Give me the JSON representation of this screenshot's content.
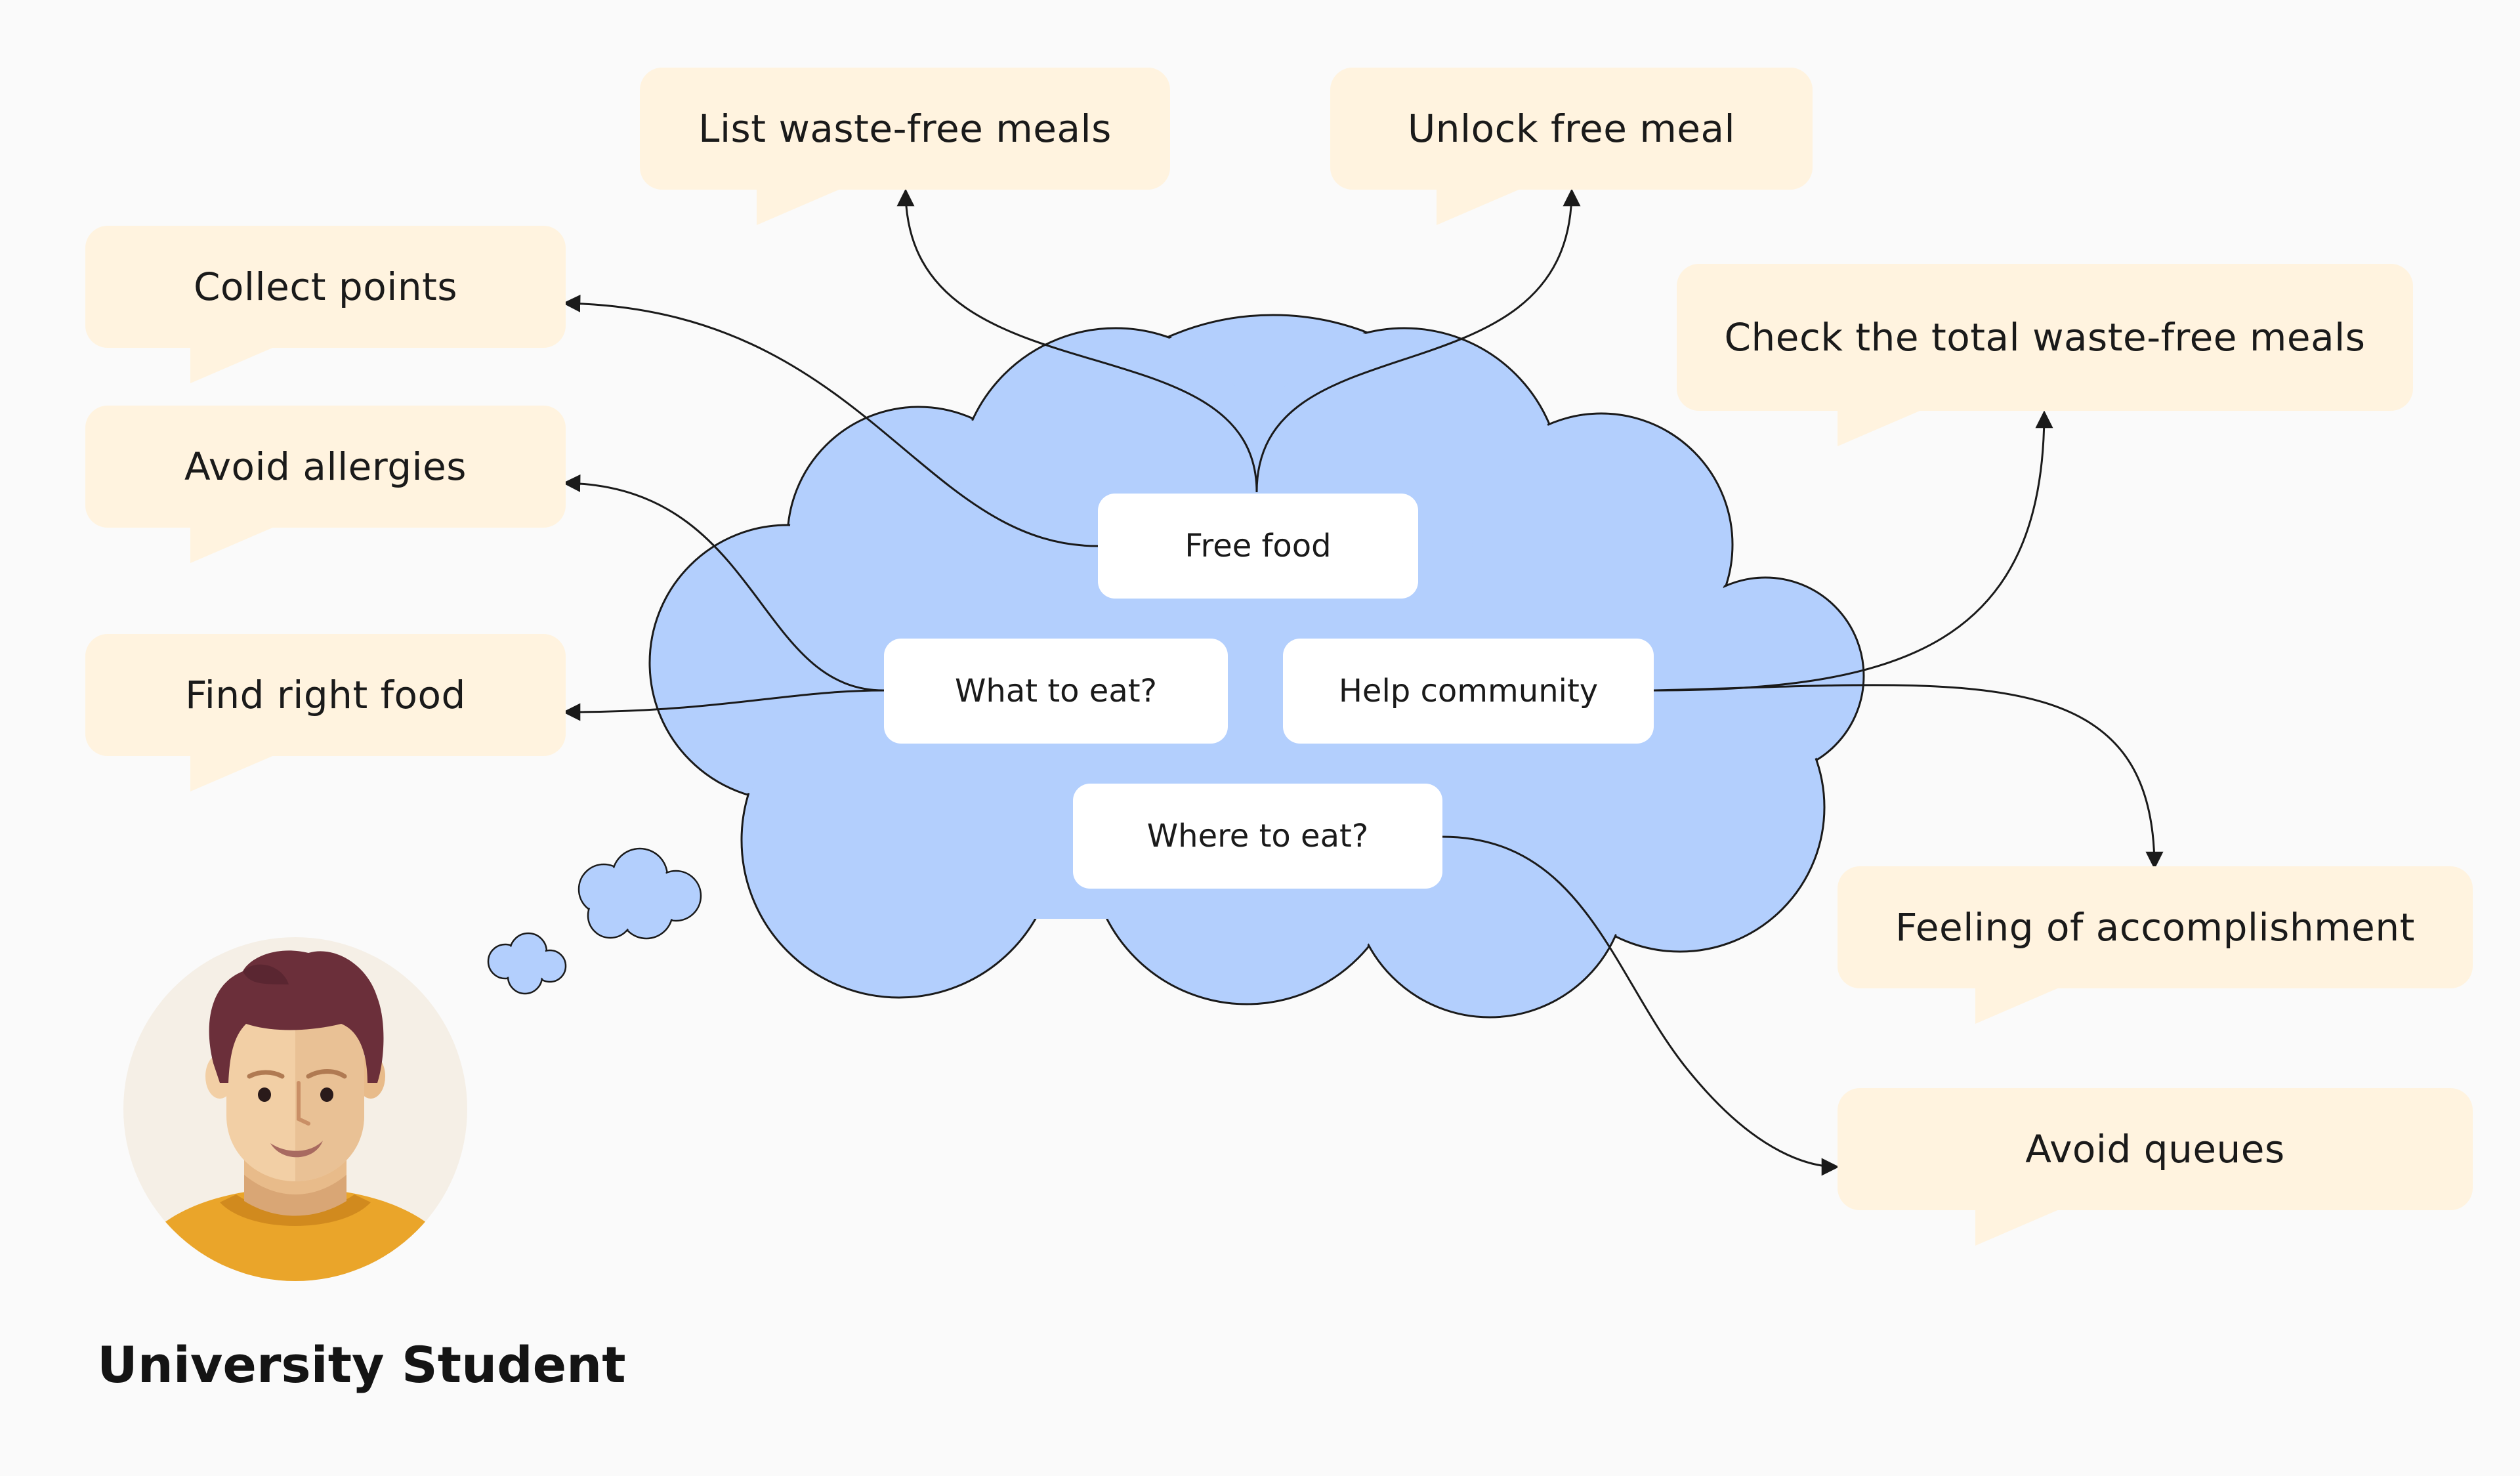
{
  "persona": {
    "title": "University Student"
  },
  "center_nodes": {
    "free_food": "Free food",
    "what_to_eat": "What to eat?",
    "help_community": "Help community",
    "where_to_eat": "Where to eat?"
  },
  "outcomes": {
    "list_meals": "List waste-free meals",
    "unlock_meal": "Unlock free meal",
    "collect_points": "Collect points",
    "avoid_allergies": "Avoid allergies",
    "find_food": "Find right food",
    "check_total": "Check the total waste-free meals",
    "accomplishment": "Feeling of accomplishment",
    "avoid_queues": "Avoid queues"
  },
  "colors": {
    "background": "#fafafa",
    "cloud_fill": "#b3cffd",
    "bubble_fill": "#fff3df",
    "node_fill": "#ffffff",
    "avatar_bg": "#f5efe6",
    "shirt": "#eaa52a",
    "hair": "#6b2f3a",
    "skin": "#f2cfa5"
  }
}
